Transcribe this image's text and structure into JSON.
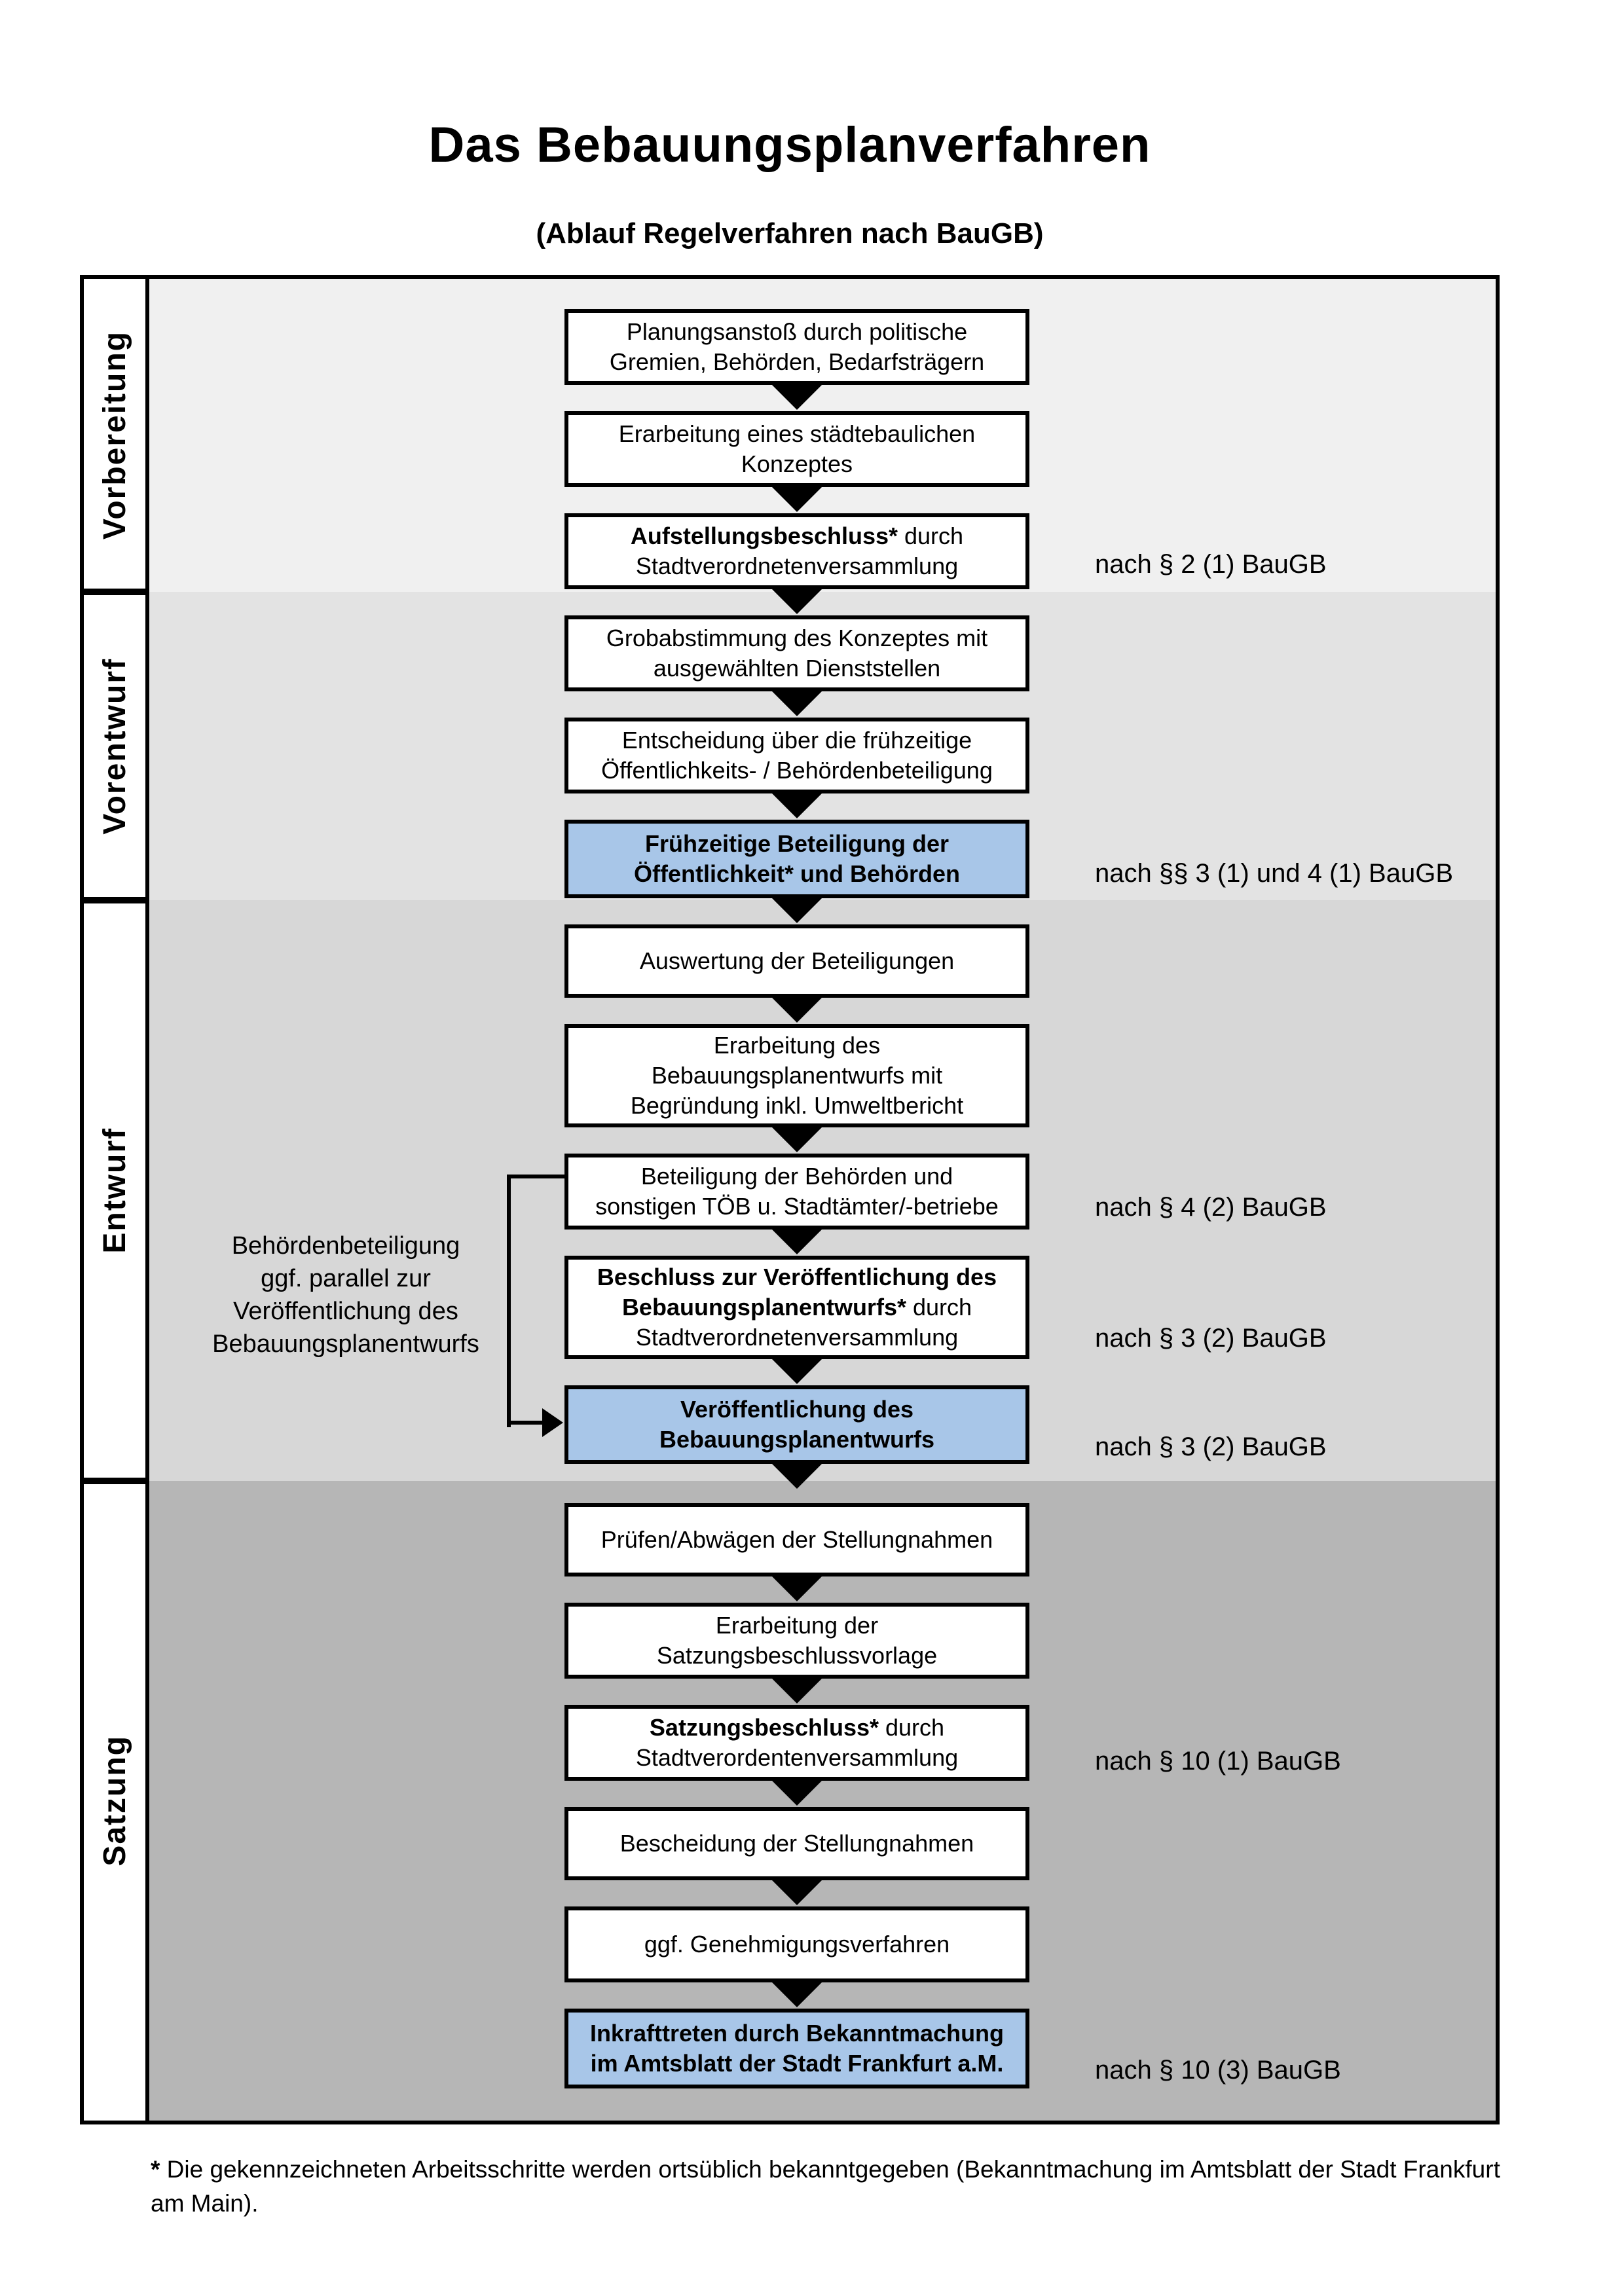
{
  "title": "Das Bebauungsplanverfahren",
  "subtitle": "(Ablauf Regelverfahren nach BauGB)",
  "phases": [
    {
      "label": "Vorbereitung"
    },
    {
      "label": "Vorentwurf"
    },
    {
      "label": "Entwurf"
    },
    {
      "label": "Satzung"
    }
  ],
  "boxes": {
    "planungsanstoss": {
      "text": "Planungsanstoß durch politische\nGremien, Behörden, Bedarfsträgern"
    },
    "konzept": {
      "text": "Erarbeitung eines städtebaulichen\nKonzeptes"
    },
    "aufstellungsbeschluss": {
      "bold": "Aufstellungsbeschluss*",
      "rest": " durch\nStadtverordnetenversammlung"
    },
    "grobabstimmung": {
      "text": "Grobabstimmung des Konzeptes mit\nausgewählten Dienststellen"
    },
    "entscheidung": {
      "text": "Entscheidung über die frühzeitige\nÖffentlichkeits- / Behördenbeteiligung"
    },
    "fruehzeitige_beteiligung": {
      "text": "Frühzeitige Beteiligung der\nÖffentlichkeit* und Behörden"
    },
    "auswertung": {
      "text": "Auswertung der Beteiligungen"
    },
    "erarbeitung_entwurf": {
      "text": "Erarbeitung des\nBebauungsplanentwurfs mit\nBegründung inkl. Umweltbericht"
    },
    "behoerdenbeteiligung": {
      "text": "Beteiligung der Behörden und\nsonstigen TÖB u. Stadtämter/-betriebe"
    },
    "beschluss_veroeffentlichung": {
      "bold": "Beschluss zur Veröffentlichung des\nBebauungsplanentwurfs*",
      "rest": " durch\nStadtverordnetenversammlung"
    },
    "veroeffentlichung": {
      "text": "Veröffentlichung des\nBebauungsplanentwurfs"
    },
    "pruefen": {
      "text": "Prüfen/Abwägen der Stellungnahmen"
    },
    "satzungsvorlage": {
      "text": "Erarbeitung der\nSatzungsbeschlussvorlage"
    },
    "satzungsbeschluss": {
      "bold": "Satzungsbeschluss*",
      "rest": " durch\nStadtverordentenversammlung"
    },
    "bescheidung": {
      "text": "Bescheidung der Stellungnahmen"
    },
    "genehmigung": {
      "text": "ggf. Genehmigungsverfahren"
    },
    "inkrafttreten": {
      "bold": "Inkrafttreten",
      "rest": " durch Bekanntmachung\nim Amtsblatt der Stadt Frankfurt a.M."
    }
  },
  "side_note": "Behördenbeteiligung\nggf. parallel zur\nVeröffentlichung des\nBebauungsplanentwurfs",
  "annotations": {
    "a1": "nach § 2 (1) BauGB",
    "a2": "nach §§ 3 (1) und 4 (1) BauGB",
    "a3": "nach § 4 (2) BauGB",
    "a4": "nach § 3 (2) BauGB",
    "a5": "nach § 3 (2) BauGB",
    "a6": "nach § 10 (1) BauGB",
    "a7": "nach § 10 (3) BauGB"
  },
  "footnote": {
    "marker": "*",
    "text": " Die gekennzeichneten Arbeitsschritte werden ortsüblich bekanntgegeben (Bekanntmachung im Amtsblatt  der Stadt Frankfurt am Main)."
  },
  "colors": {
    "band1": "#f0f0f0",
    "band2": "#e3e3e3",
    "band3": "#d7d7d7",
    "band4": "#b6b6b6",
    "blue": "#a8c6e8",
    "line": "#000000"
  }
}
